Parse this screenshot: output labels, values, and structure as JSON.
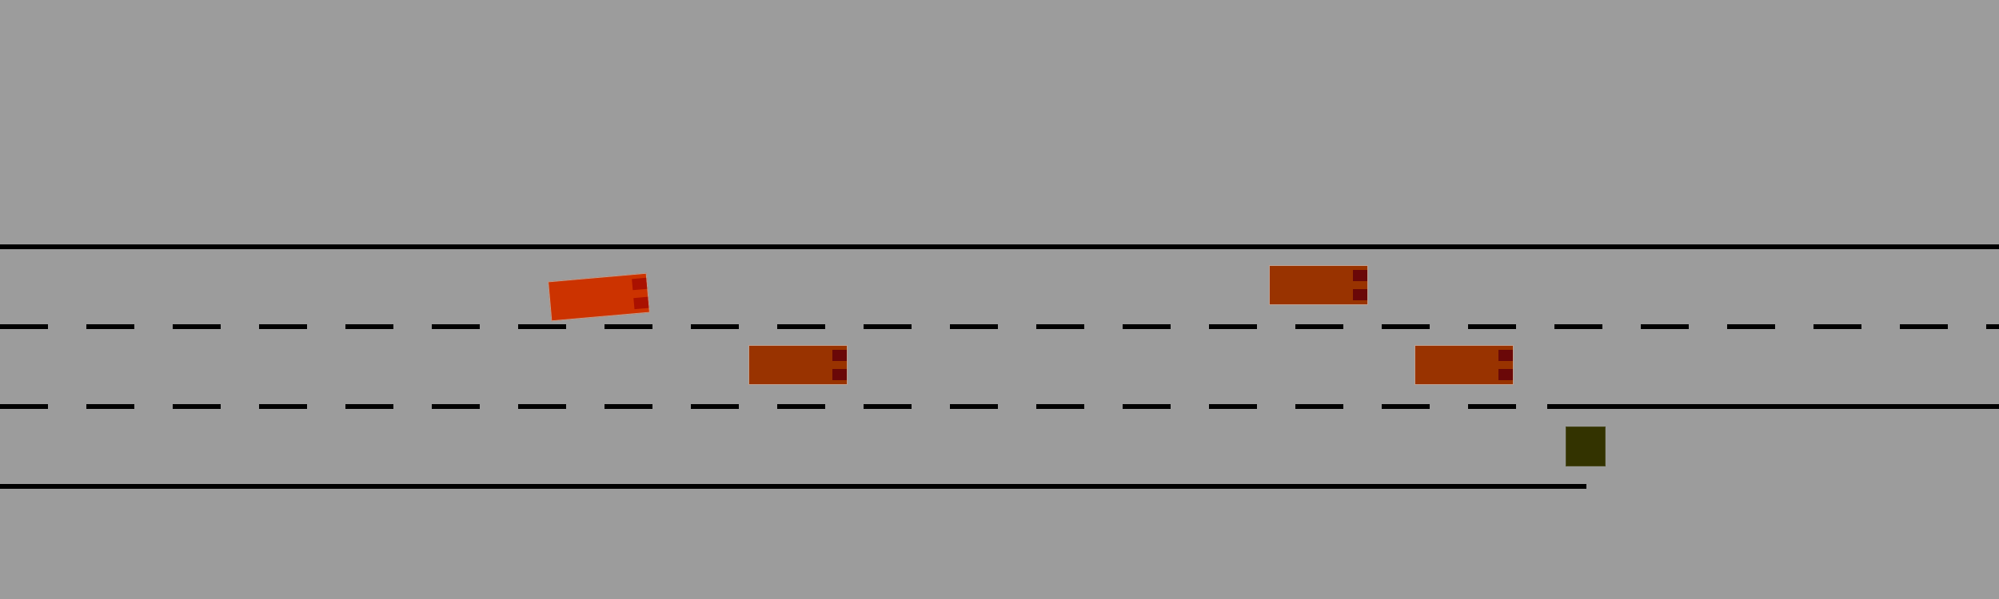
{
  "scene": {
    "type": "highway-lane-merge",
    "colors": {
      "background": "#9c9c9c",
      "lane_lines": "#000000",
      "ego_vehicle": "#cc3300",
      "other_vehicles": "#993300",
      "tail_lights": "#6a0808",
      "obstacle": "#333300"
    },
    "lanes": 3,
    "vehicles": [
      {
        "id": "ego",
        "role": "controlled",
        "heading": "right"
      },
      {
        "id": "vehicle-2",
        "role": "traffic",
        "heading": "right"
      },
      {
        "id": "vehicle-3",
        "role": "traffic",
        "heading": "right"
      },
      {
        "id": "vehicle-4",
        "role": "traffic",
        "heading": "right"
      }
    ],
    "obstacle": {
      "id": "lane-end-block",
      "role": "static"
    }
  }
}
